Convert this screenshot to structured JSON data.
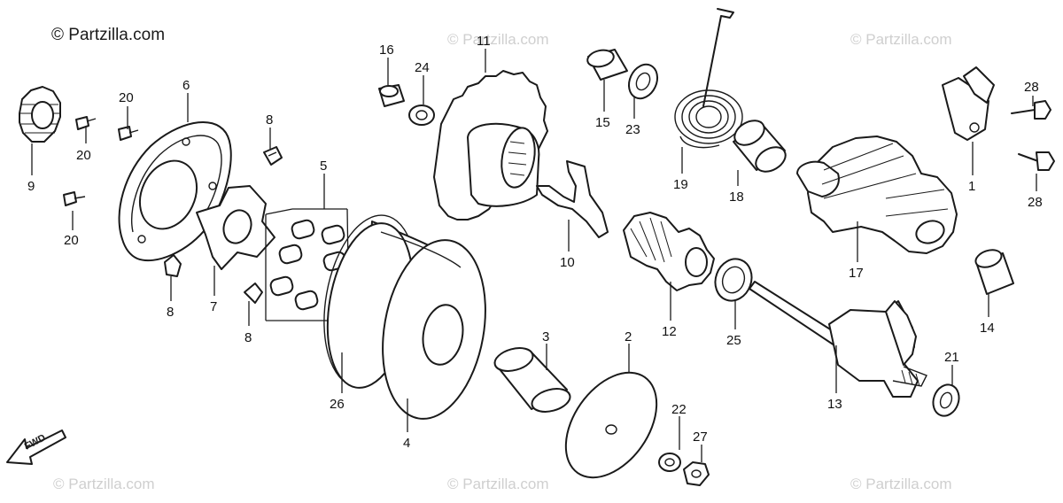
{
  "copyright": "© Partzilla.com",
  "watermark": "© Partzilla.com",
  "fwd_label": "FWD",
  "callouts": {
    "c1": "1",
    "c2": "2",
    "c3": "3",
    "c4": "4",
    "c5": "5",
    "c6": "6",
    "c7": "7",
    "c8a": "8",
    "c8b": "8",
    "c8c": "8",
    "c9": "9",
    "c10": "10",
    "c11": "11",
    "c12": "12",
    "c13": "13",
    "c14": "14",
    "c15": "15",
    "c16": "16",
    "c17": "17",
    "c18": "18",
    "c19": "19",
    "c20a": "20",
    "c20b": "20",
    "c20c": "20",
    "c21": "21",
    "c22": "22",
    "c23": "23",
    "c24": "24",
    "c25": "25",
    "c26": "26",
    "c27": "27",
    "c28a": "28",
    "c28b": "28"
  },
  "colors": {
    "line": "#1a1a1a",
    "watermark": "#cfcfcf",
    "background": "#ffffff"
  }
}
